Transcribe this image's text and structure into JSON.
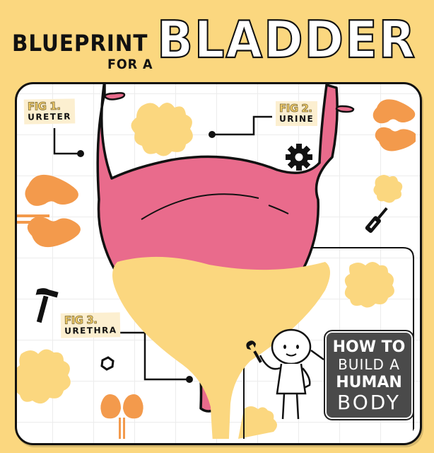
{
  "title": {
    "line1": "BLUEPRINT",
    "line2": "FOR A",
    "main": "BLADDER"
  },
  "figures": [
    {
      "number": "FIG 1.",
      "label": "URETER"
    },
    {
      "number": "FIG 2.",
      "label": "URINE"
    },
    {
      "number": "FIG 3.",
      "label": "URETHRA"
    }
  ],
  "series_badge": {
    "line1": "HOW TO",
    "line2": "BUILD A",
    "line3": "HUMAN",
    "line4": "BODY"
  },
  "colors": {
    "background": "#fbd77f",
    "bladder": "#e96b8c",
    "urine": "#fbd77f",
    "kidney": "#f39a4c",
    "splat": "#fbd77f",
    "badge": "#4a4a4a"
  },
  "icons": [
    "kidney-icon",
    "splat-icon",
    "gear-icon",
    "screwdriver-icon",
    "hammer-icon",
    "hex-nut-icon",
    "wrench-icon",
    "stick-figure"
  ]
}
